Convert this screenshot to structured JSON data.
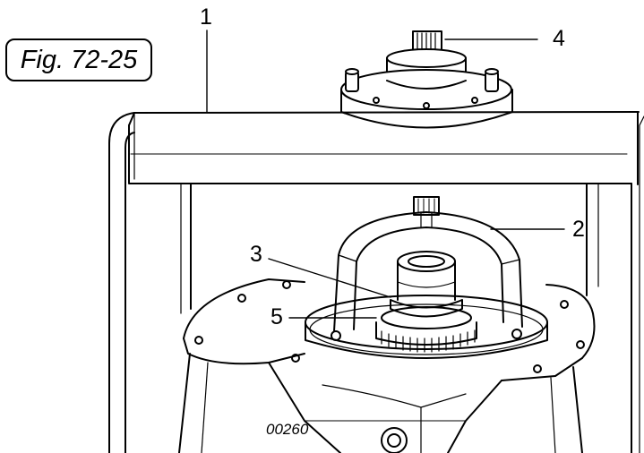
{
  "figure": {
    "label": "Fig. 72-25",
    "drawing_number": "00260"
  },
  "callouts": [
    {
      "number": "1"
    },
    {
      "number": "2"
    },
    {
      "number": "3"
    },
    {
      "number": "4"
    },
    {
      "number": "5"
    }
  ]
}
